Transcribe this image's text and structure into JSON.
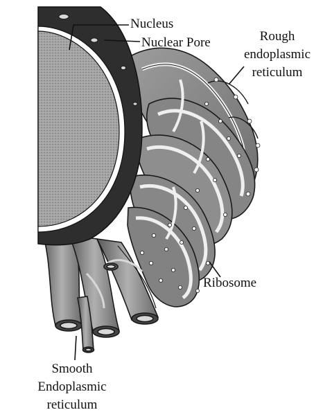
{
  "diagram": {
    "labels": {
      "nucleus": "Nucleus",
      "nuclear_pore": "Nuclear Pore",
      "rough_er": [
        "Rough",
        "endoplasmic",
        "reticulum"
      ],
      "ribosome": "Ribosome",
      "smooth_er": [
        "Smooth",
        "Endoplasmic",
        "reticulum"
      ]
    },
    "colors": {
      "outline": "#1a1a1a",
      "nuclear_envelope": "#3a3a3a",
      "nucleoplasm": "#9a9a9a",
      "er_fill": "#8c8c8c",
      "er_lumen": "#e6e6e6"
    }
  }
}
